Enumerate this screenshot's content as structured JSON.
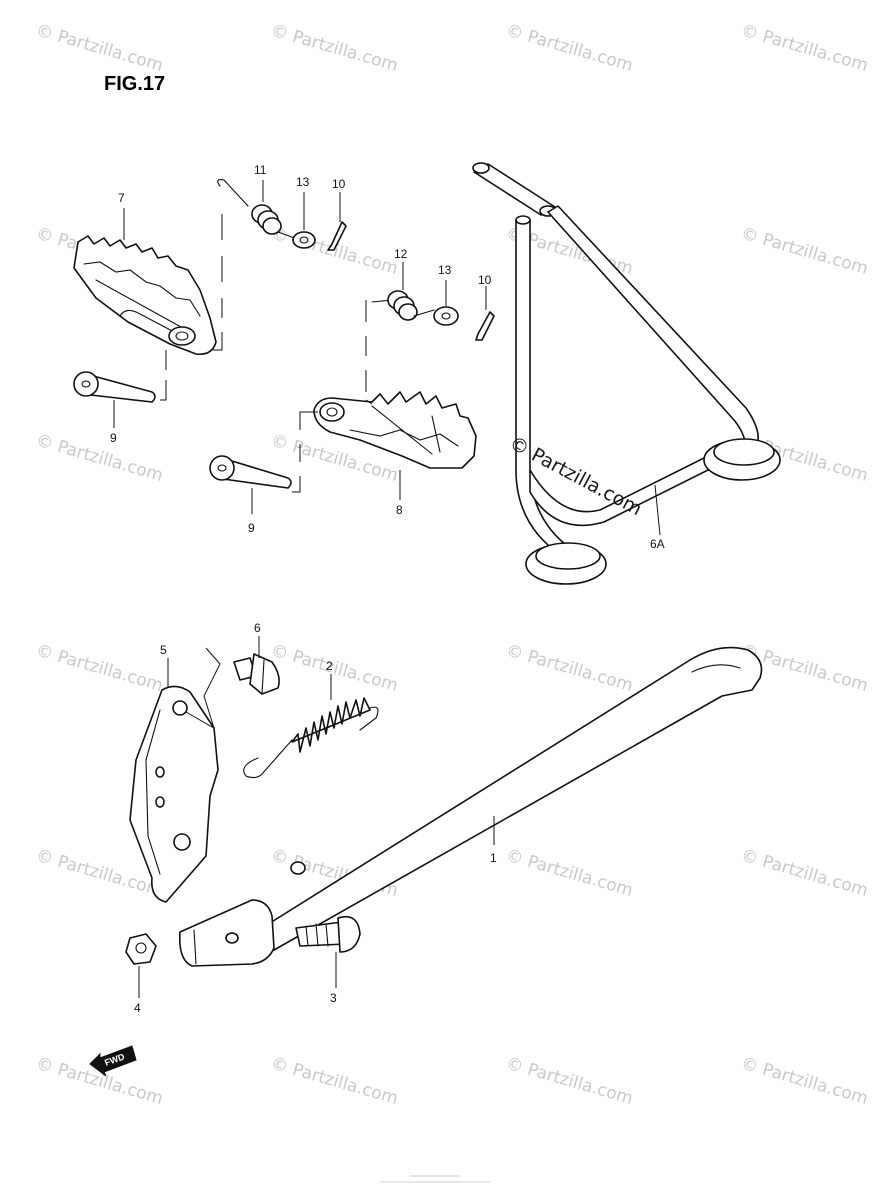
{
  "figure": {
    "title": "FIG.17"
  },
  "watermark": {
    "text": "© Partzilla.com"
  },
  "brand_overlay": {
    "text": "© Partzilla.com"
  },
  "fwd_arrow": {
    "label": "FWD"
  },
  "callouts": {
    "c1": "1",
    "c2": "2",
    "c3": "3",
    "c4": "4",
    "c5": "5",
    "c6": "6",
    "c6a": "6A",
    "c7": "7",
    "c8": "8",
    "c9a": "9",
    "c9b": "9",
    "c10a": "10",
    "c10b": "10",
    "c11": "11",
    "c12": "12",
    "c13a": "13",
    "c13b": "13"
  },
  "colors": {
    "line": "#111111",
    "watermark": "#c9c9c9",
    "background": "#ffffff"
  }
}
